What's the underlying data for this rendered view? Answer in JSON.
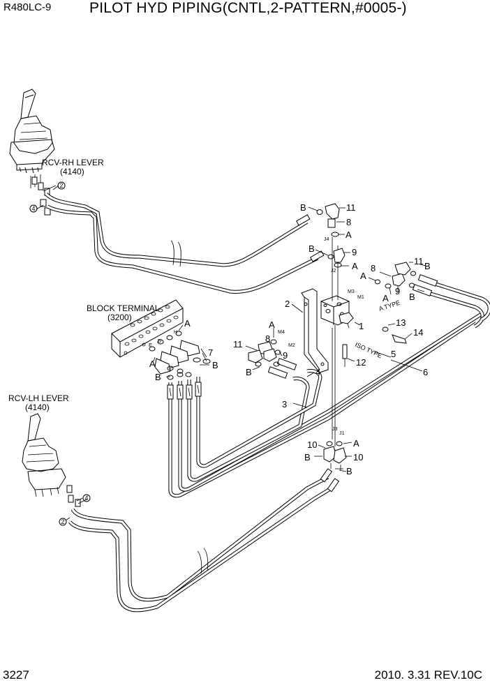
{
  "header": {
    "model": "R480LC-9",
    "title": "PILOT HYD PIPING(CNTL,2-PATTERN,#0005-)"
  },
  "footer": {
    "page_number": "3227",
    "revision": "2010. 3.31  REV.10C"
  },
  "labels": {
    "rcv_rh_lever": "RCV-RH LEVER",
    "rcv_rh_code": "(4140)",
    "rcv_lh_lever": "RCV-LH LEVER",
    "rcv_lh_code": "(4140)",
    "block_terminal": "BLOCK TERMINAL",
    "block_terminal_code": "(3200)",
    "a_type": "A TYPE",
    "iso_type": "ISO TYPE"
  },
  "ports": {
    "j1": "J1",
    "j2": "J2",
    "j3": "J3",
    "j4": "J4",
    "m1": "M1",
    "m2": "M2",
    "m3": "M3",
    "m4": "M4",
    "e": "E",
    "d": "D",
    "h": "H"
  },
  "callouts": {
    "n1": "1",
    "n2": "2",
    "n3": "3",
    "n4": "4",
    "n5": "5",
    "n6": "6",
    "n7": "7",
    "n8": "8",
    "n9": "9",
    "n10": "10",
    "n11": "11",
    "n12": "12",
    "n13": "13",
    "n14": "14",
    "a": "A",
    "b": "B"
  }
}
